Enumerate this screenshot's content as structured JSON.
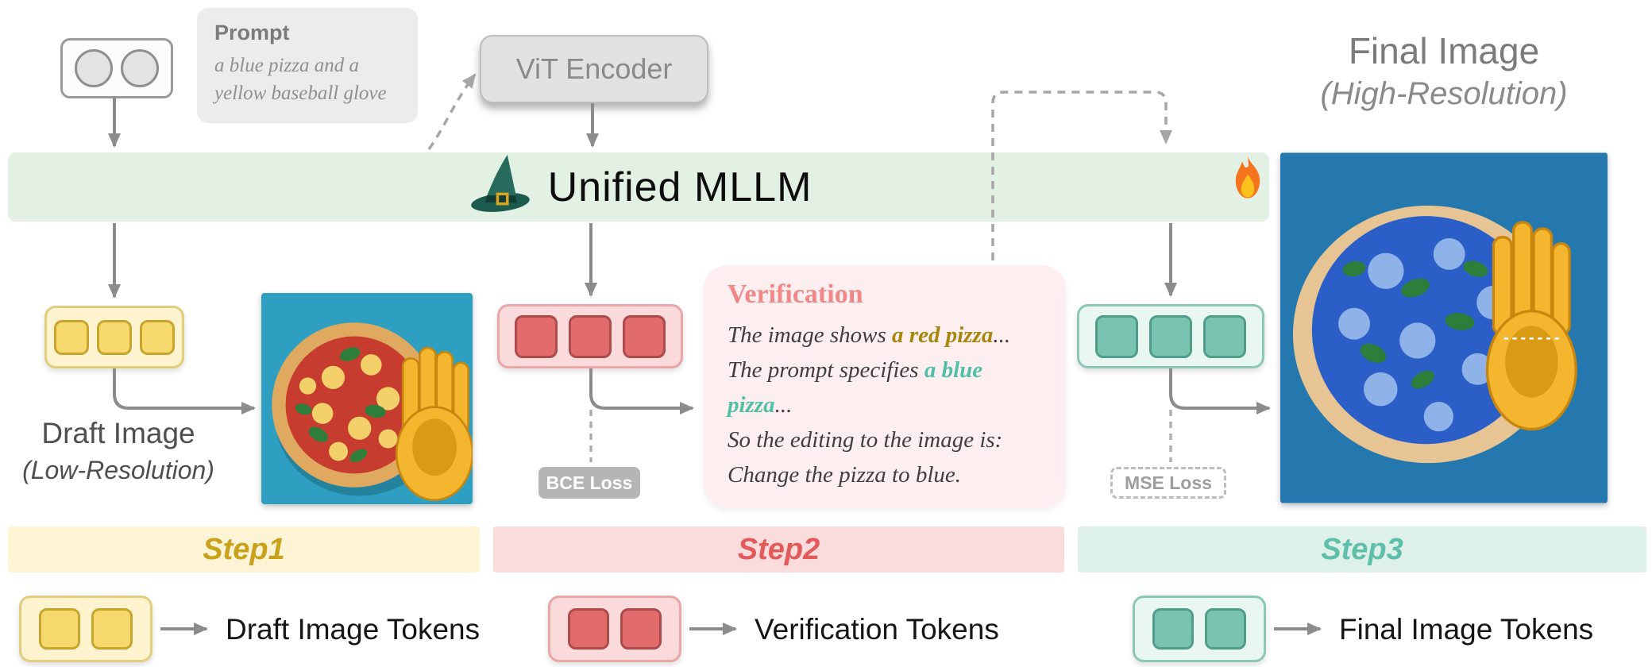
{
  "prompt": {
    "title": "Prompt",
    "line1": "a blue pizza and a",
    "line2": "yellow baseball glove"
  },
  "vit": {
    "label": "ViT Encoder"
  },
  "mllm": {
    "label": "Unified MLLM"
  },
  "draft_label": {
    "line1": "Draft Image",
    "line2": "(Low-Resolution)"
  },
  "final_label": {
    "line1": "Final Image",
    "line2": "(High-Resolution)"
  },
  "verification": {
    "title": "Verification",
    "l1_pre": "The image shows ",
    "l1_hl": "a red pizza",
    "l1_post": "...",
    "l2_pre": "The prompt specifies ",
    "l2_hl": "a blue",
    "l3_hl": "pizza",
    "l3_post": "...",
    "l4": "So the editing to the image is:",
    "l5": "Change the pizza to blue."
  },
  "loss": {
    "bce": "BCE Loss",
    "mse": "MSE Loss"
  },
  "steps": {
    "step1": "Step1",
    "step2": "Step2",
    "step3": "Step3"
  },
  "legend": {
    "draft": "Draft Image Tokens",
    "verification": "Verification Tokens",
    "final": "Final Image Tokens"
  },
  "icons": {
    "wizard_hat": "wizard-hat-icon",
    "fire": "fire-icon"
  },
  "colors": {
    "mllm_bar": "#e3f0e4",
    "step1_bg": "#fcf4d5",
    "step1_text": "#c9a11b",
    "step2_bg": "#fbdcdc",
    "step2_text": "#e25a5a",
    "step3_bg": "#ddf0ea",
    "step3_text": "#5fbfa8",
    "draft_token": "#f6da6e",
    "verification_token": "#e26b6b",
    "final_token": "#7ac3b1",
    "highlight_red_pizza": "#a8860b",
    "highlight_blue_pizza": "#4fbfa5"
  }
}
